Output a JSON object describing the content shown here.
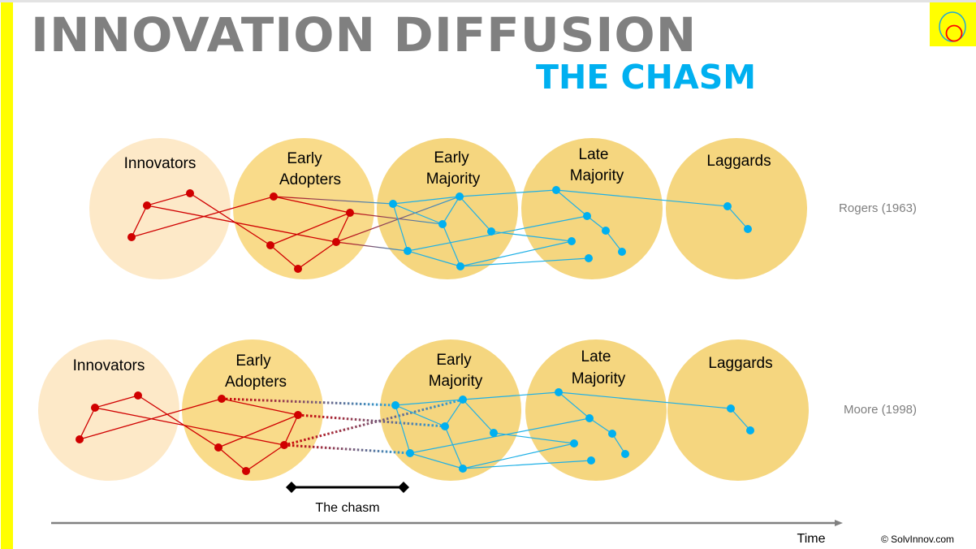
{
  "slide": {
    "title": "INNOVATION DIFFUSION",
    "subtitle": "THE CHASM",
    "logo_icon": "nested-circles-logo",
    "colors": {
      "title": "#808080",
      "subtitle": "#00b0f0",
      "accent_bar": "#ffff00",
      "innovators_fill": "#fde9c8",
      "segment_fill": "#f5d67f",
      "early_adopters_fill": "#f9db8a",
      "red_network": "#d00000",
      "blue_network": "#00b0f0",
      "axis": "#808080"
    }
  },
  "models": [
    {
      "id": "rogers",
      "reference": "Rogers (1963)",
      "segments": [
        {
          "label_lines": [
            "Innovators"
          ]
        },
        {
          "label_lines": [
            "Early",
            "Adopters"
          ]
        },
        {
          "label_lines": [
            "Early",
            "Majority"
          ]
        },
        {
          "label_lines": [
            "Late",
            "Majority"
          ]
        },
        {
          "label_lines": [
            "Laggards"
          ]
        }
      ]
    },
    {
      "id": "moore",
      "reference": "Moore (1998)",
      "segments": [
        {
          "label_lines": [
            "Innovators"
          ]
        },
        {
          "label_lines": [
            "Early",
            "Adopters"
          ]
        },
        {
          "label_lines": [
            "Early",
            "Majority"
          ]
        },
        {
          "label_lines": [
            "Late",
            "Majority"
          ]
        },
        {
          "label_lines": [
            "Laggards"
          ]
        }
      ]
    }
  ],
  "chasm_label": "The chasm",
  "axis_label": "Time",
  "copyright": "© SolvInnov.com"
}
